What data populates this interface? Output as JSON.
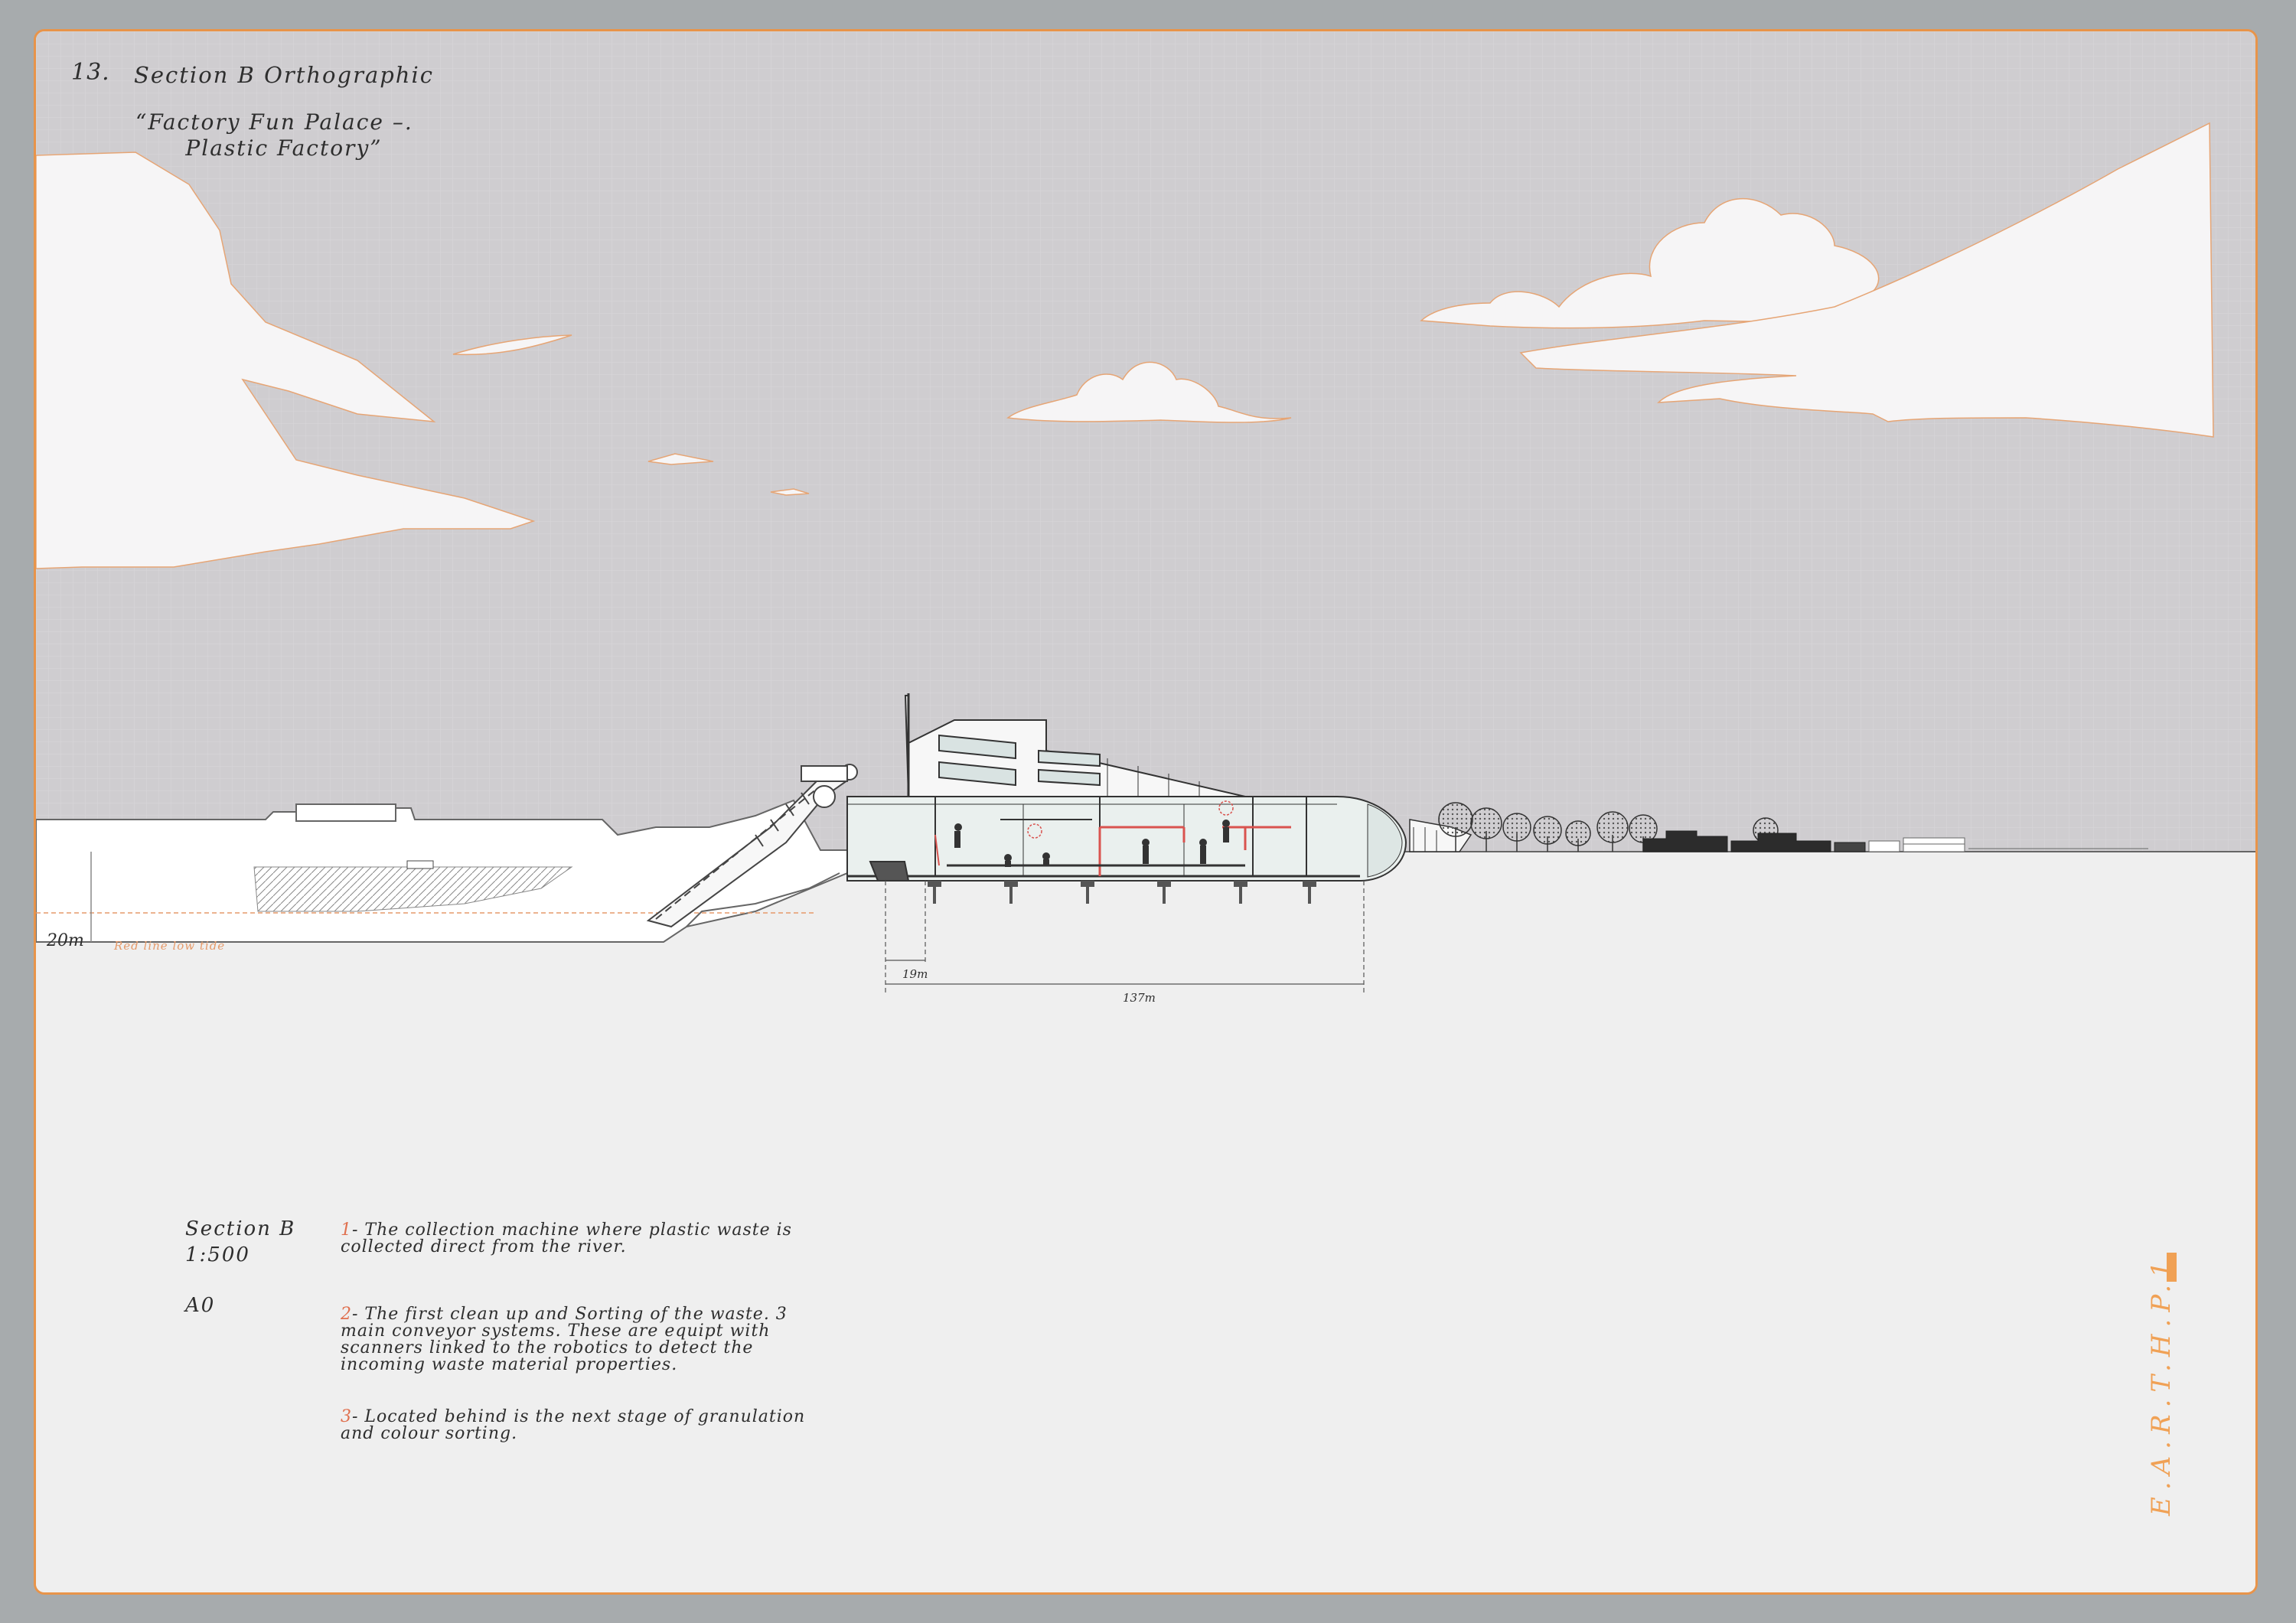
{
  "sheet": {
    "number": "13.",
    "title": "Section B Orthographic",
    "subtitle": "“Factory Fun Palace –.\n      Plastic Factory”",
    "brand": "E.A.R.T.H.P.1"
  },
  "info": {
    "section": "Section B",
    "scale": "1:500",
    "paper": "A0"
  },
  "notes": [
    {
      "num": "1",
      "text": "- The collection machine where plastic waste is collected direct from the river."
    },
    {
      "num": "2",
      "text": "-  The first clean up and Sorting of the waste. 3 main conveyor systems. These are equipt with scanners linked to the robotics to detect the incoming waste material properties."
    },
    {
      "num": "3",
      "text": "- Located behind is the next stage of granulation and colour sorting."
    }
  ],
  "dimensions": {
    "depth": "20m",
    "tide_label": "Red line low tide",
    "span_small": "19m",
    "span_total": "137m"
  },
  "colors": {
    "sky": "#cfcdd0",
    "ground": "#efefef",
    "accent": "#e8944a",
    "red": "#d9534f",
    "background": "#a7abad"
  }
}
